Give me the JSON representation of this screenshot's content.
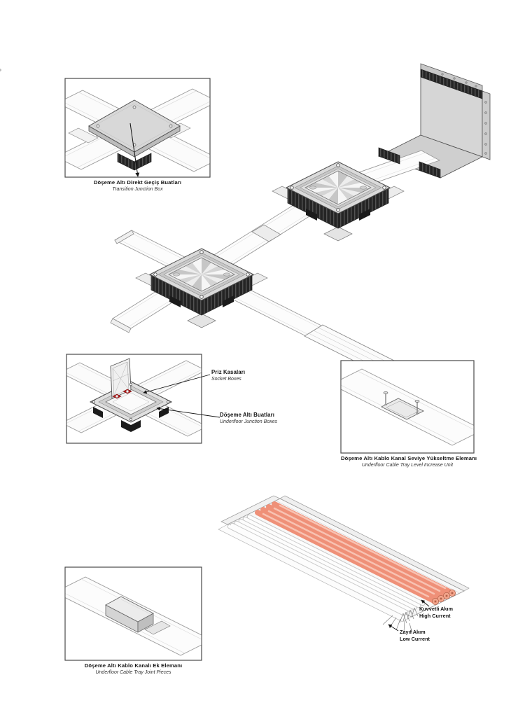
{
  "page": {
    "background": "#ffffff"
  },
  "captions": {
    "transition_box": {
      "tr": "Döşeme Altı Direkt Geçiş Buatları",
      "en": "Transition Junction Box"
    },
    "socket_boxes": {
      "tr": "Priz Kasaları",
      "en": "Socket Boxes"
    },
    "underfloor_junction": {
      "tr": "Döşeme Altı Buatları",
      "en": "Underfloor Junction Boxes"
    },
    "level_unit": {
      "tr": "Döşeme Altı Kablo Kanal Seviye Yükseltme Elemanı",
      "en": "Underfloor Cable Tray Level Increase Unit"
    },
    "joint_piece": {
      "tr": "Döşeme Altı Kablo Kanalı Ek Elemanı",
      "en": "Underfloor Cable Tray Joint Pieces"
    },
    "high_current": {
      "tr": "Kuvvetli Akım",
      "en": "High Current"
    },
    "low_current": {
      "tr": "Zayıf Akım",
      "en": "Low Current"
    }
  },
  "colors": {
    "cable_high_current": "#ef9078",
    "cable_low_current": "#fdfdfd",
    "socket_module_red": "#b92020",
    "metal_cover_light": "#f6f6f6",
    "metal_cover_dark": "#c6c6c6",
    "louver_dark": "#242424",
    "outline": "#4a4a4a"
  },
  "icons": {
    "callout_arrow": "arrowhead-marker"
  }
}
